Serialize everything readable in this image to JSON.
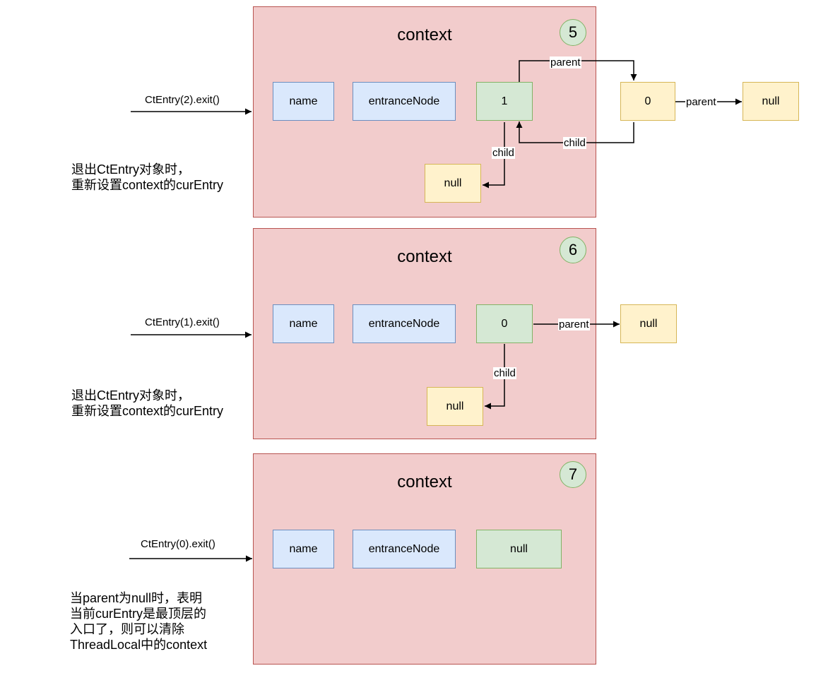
{
  "panels": [
    {
      "title": "context",
      "step": "5",
      "call_label": "CtEntry(2).exit()",
      "note_lines": [
        "退出CtEntry对象时，",
        "重新设置context的curEntry"
      ],
      "name_label": "name",
      "entrance_label": "entranceNode",
      "current_entry": "1",
      "child_null": "null",
      "parent_entry": "0",
      "parent_null": "null",
      "edge_parent_1": "parent",
      "edge_parent_2": "parent",
      "edge_child_1": "child",
      "edge_child_2": "child"
    },
    {
      "title": "context",
      "step": "6",
      "call_label": "CtEntry(1).exit()",
      "note_lines": [
        "退出CtEntry对象时，",
        "重新设置context的curEntry"
      ],
      "name_label": "name",
      "entrance_label": "entranceNode",
      "current_entry": "0",
      "child_null": "null",
      "parent_null": "null",
      "edge_parent": "parent",
      "edge_child": "child"
    },
    {
      "title": "context",
      "step": "7",
      "call_label": "CtEntry(0).exit()",
      "note_lines": [
        "当parent为null时，表明",
        "当前curEntry是最顶层的",
        "入口了，则可以清除",
        "ThreadLocal中的context"
      ],
      "name_label": "name",
      "entrance_label": "entranceNode",
      "current_entry": "null"
    }
  ],
  "colors": {
    "context_fill": "#f2cccc",
    "context_stroke": "#b85450",
    "blue_fill": "#dae8fc",
    "green_fill": "#d5e8d4",
    "yellow_fill": "#fff2cc"
  }
}
